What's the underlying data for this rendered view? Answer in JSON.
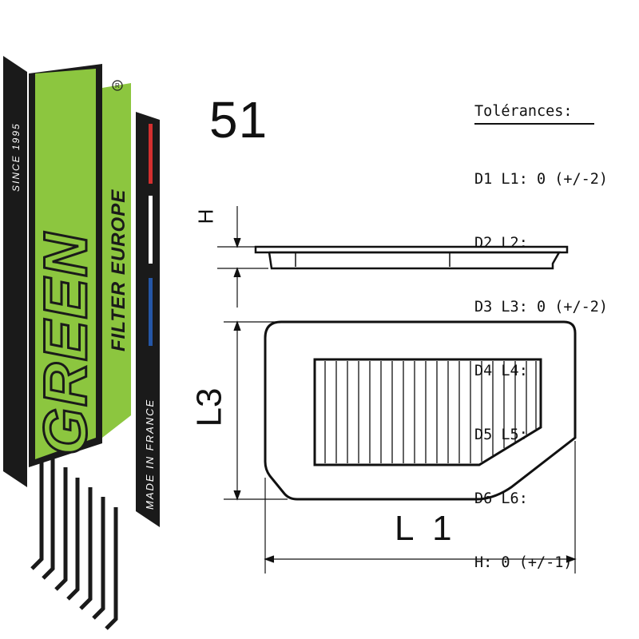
{
  "brand": {
    "name": "GREEN",
    "subtitle": "FILTER EUROPE",
    "since": "SINCE 1995",
    "made_in": "MADE IN FRANCE",
    "registered": "R",
    "colors": {
      "green": "#8cc63f",
      "black": "#1a1a1a",
      "blue": "#2456a6",
      "red": "#d32f2f"
    }
  },
  "model_number": "51",
  "tolerances": {
    "title": "Tolérances:",
    "rows": [
      "D1 L1: 0 (+/-2)",
      "D2 L2:",
      "D3 L3: 0 (+/-2)",
      "D4 L4:",
      "D5 L5:",
      "D6 L6:",
      "H: 0 (+/-1)"
    ]
  },
  "dimensions": {
    "height": "H",
    "length_1": "L 1",
    "length_3": "L3"
  }
}
